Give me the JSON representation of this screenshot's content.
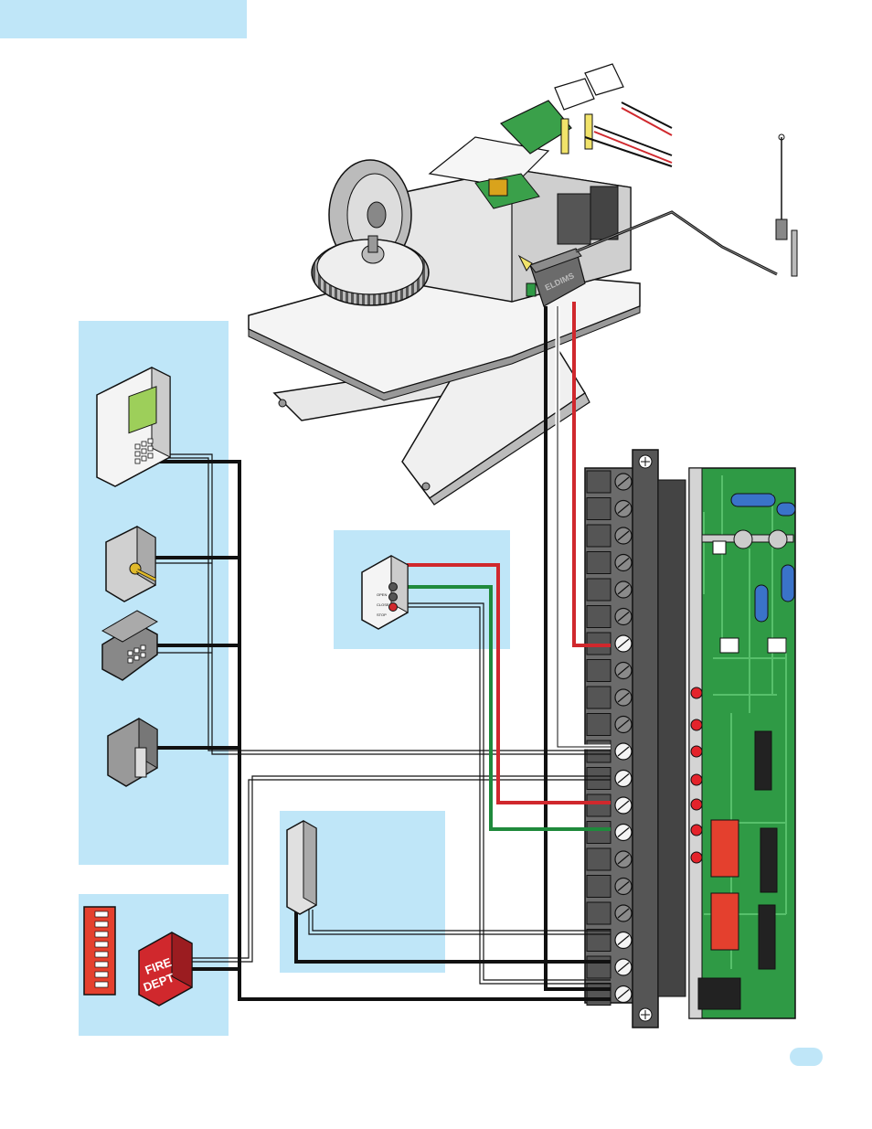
{
  "page": {
    "title_text": "",
    "page_number": ""
  },
  "operator": {
    "brand_label": "ELDIMS"
  },
  "fire_box": {
    "label_line1": "FIRE",
    "label_line2": "DEPT"
  },
  "station": {
    "button1": "OPEN",
    "button2": "CLOSE",
    "button3": "STOP"
  },
  "colors": {
    "panel_blue": "#bfe6f8",
    "wire_red": "#d0282d",
    "wire_green": "#1f8a3c",
    "wire_black": "#111111",
    "wire_white": "#ffffff",
    "pcb_green": "#2f9a45",
    "terminal_gray": "#6b6b6b"
  },
  "icons": [
    "keypad-icon",
    "key-switch-icon",
    "card-reader-icon",
    "safety-sensor-icon",
    "dip-switch-icon",
    "fire-box-icon",
    "control-station-icon",
    "photo-eye-icon",
    "antenna-icon",
    "radio-receiver-icon",
    "circuit-board-icon",
    "gate-operator-icon"
  ]
}
